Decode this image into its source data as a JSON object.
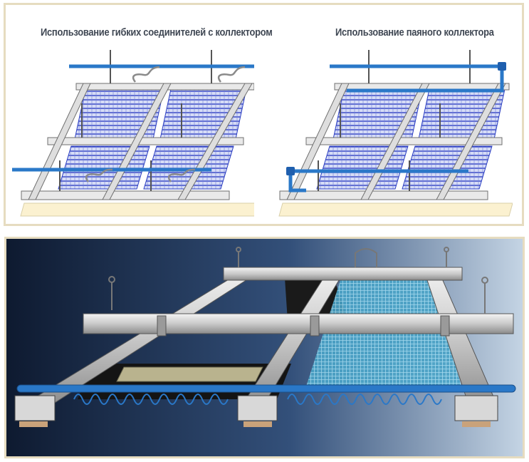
{
  "captions": {
    "left": "Использование гибких соединителей с коллектором",
    "right": "Использование паяного коллектора"
  },
  "diagrams": {
    "left": {
      "connection": "flexible-connectors",
      "manifold": "collector"
    },
    "right": {
      "connection": "soldered",
      "manifold": "soldered-collector"
    }
  },
  "colors": {
    "frame_border": "#e6dcc0",
    "mat_blue": "#2c3fc2",
    "pipe_blue": "#2a78c8",
    "panel_cream": "#fbf1d0",
    "rail_gray": "#bdbdbd",
    "caption_text": "#3f4753",
    "render_bg_dark": "#0e1a30",
    "render_bg_light": "#c4d4e4"
  }
}
